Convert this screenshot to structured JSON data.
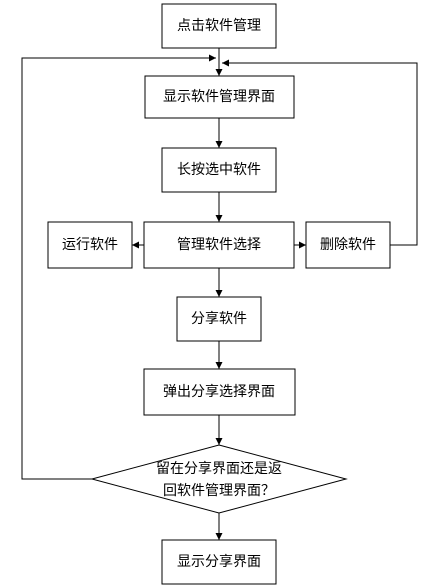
{
  "nodes": {
    "start": "点击软件管理",
    "show_manage": "显示软件管理界面",
    "long_press": "长按选中软件",
    "manage_select": "管理软件选择",
    "run": "运行软件",
    "delete": "删除软件",
    "share": "分享软件",
    "popup": "弹出分享选择界面",
    "decision_line1": "留在分享界面还是返",
    "decision_line2": "回软件管理界面？",
    "show_share": "显示分享界面"
  }
}
